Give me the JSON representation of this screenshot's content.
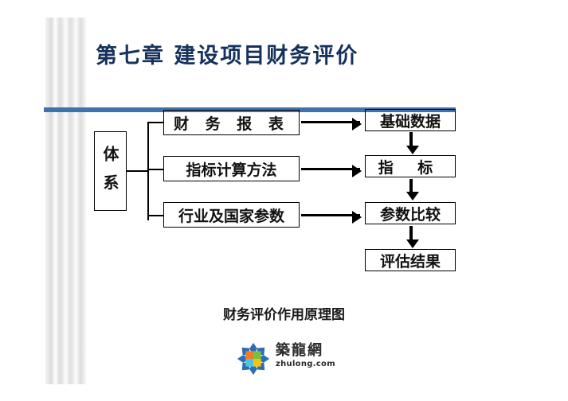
{
  "slide": {
    "title": "第七章  建设项目财务评价",
    "caption": "财务评价作用原理图",
    "title_color": "#16325c",
    "rule_color": "#3f72ac"
  },
  "diagram": {
    "root": {
      "label": "体系"
    },
    "middle_boxes": [
      {
        "label": "财 务 报 表"
      },
      {
        "label": "指标计算方法"
      },
      {
        "label": "行业及国家参数"
      }
    ],
    "right_boxes": [
      {
        "label": "基础数据"
      },
      {
        "label": "指  标"
      },
      {
        "label": "参数比较"
      },
      {
        "label": "评估结果"
      }
    ]
  },
  "logo": {
    "cn": "築龍網",
    "en": "zhulong.com",
    "mark_colors": {
      "petal": "#2e6db4",
      "orange": "#f07d23",
      "green": "#7bbf3f",
      "yellow": "#f2c40f",
      "cyan": "#49c3e6",
      "blue": "#2e6db4"
    }
  }
}
